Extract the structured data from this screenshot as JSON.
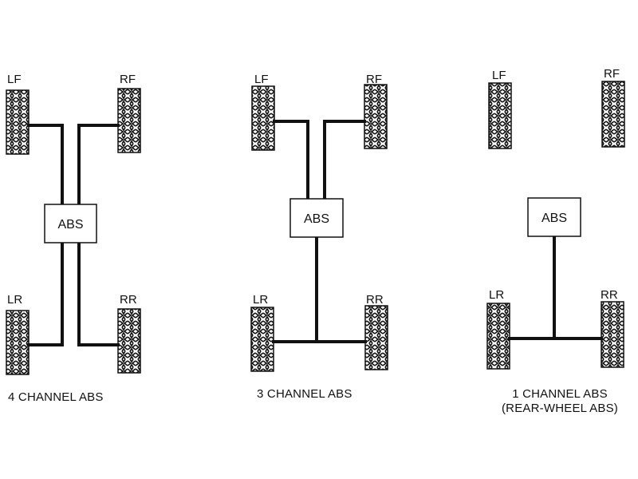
{
  "colors": {
    "ink": "#111111",
    "background": "#ffffff"
  },
  "diagrams": [
    {
      "caption_lines": [
        "4 CHANNEL ABS"
      ],
      "abs_label": "ABS",
      "wheels": {
        "lf": "LF",
        "rf": "RF",
        "lr": "LR",
        "rr": "RR"
      }
    },
    {
      "caption_lines": [
        "3 CHANNEL ABS"
      ],
      "abs_label": "ABS",
      "wheels": {
        "lf": "LF",
        "rf": "RF",
        "lr": "LR",
        "rr": "RR"
      }
    },
    {
      "caption_lines": [
        "1 CHANNEL ABS",
        "(REAR-WHEEL ABS)"
      ],
      "abs_label": "ABS",
      "wheels": {
        "lf": "LF",
        "rf": "RF",
        "lr": "LR",
        "rr": "RR"
      }
    }
  ]
}
